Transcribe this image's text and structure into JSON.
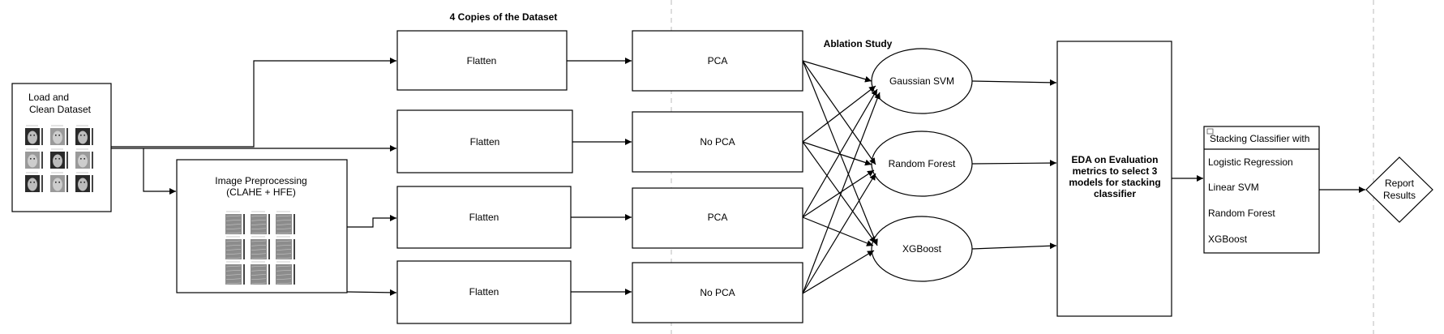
{
  "headings": {
    "copies": "4 Copies of the Dataset",
    "ablation": "Ablation Study"
  },
  "load": {
    "line1": "Load and",
    "line2": "Clean Dataset"
  },
  "preprocess": {
    "line1": "Image Preprocessing",
    "line2": "(CLAHE + HFE)"
  },
  "flatten": [
    "Flatten",
    "Flatten",
    "Flatten",
    "Flatten"
  ],
  "pca": [
    "PCA",
    "No PCA",
    "PCA",
    "No PCA"
  ],
  "models": [
    "Gaussian SVM",
    "Random Forest",
    "XGBoost"
  ],
  "eda": {
    "lines": [
      "EDA on Evaluation",
      "metrics to select 3",
      "models for stacking",
      "classifier"
    ]
  },
  "stacking": {
    "title": "Stacking Classifier with",
    "items": [
      "Logistic Regression",
      "Linear SVM",
      "Random Forest",
      "XGBoost"
    ]
  },
  "report": {
    "line1": "Report",
    "line2": "Results"
  },
  "colors": {
    "stroke": "#000000",
    "guide": "#bbbbbb",
    "face_light": "#9a9a9a",
    "face_dark": "#2a2a2a",
    "texture": "#8c8c8c"
  }
}
